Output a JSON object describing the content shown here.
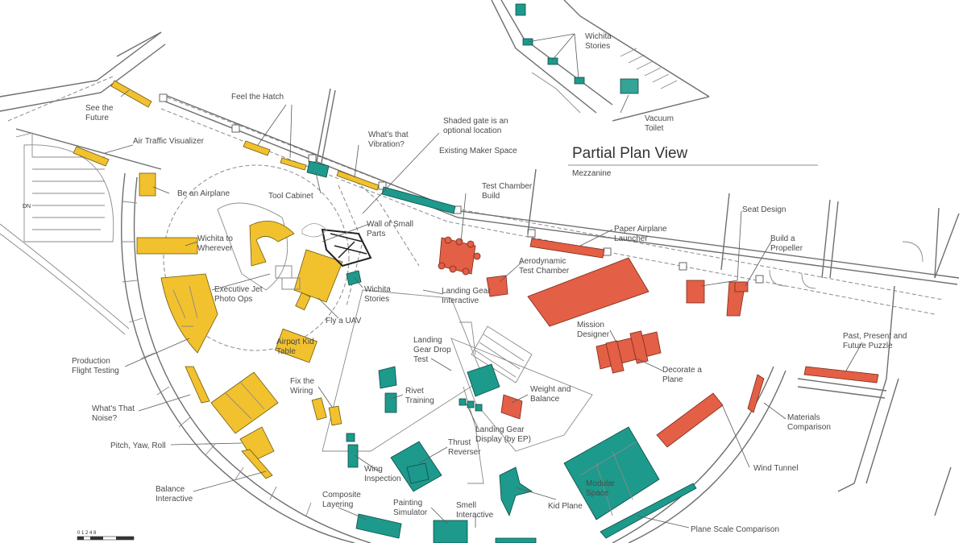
{
  "colors": {
    "yellow_zone": "#f2c12e",
    "red_zone": "#e35f45",
    "teal_zone": "#1d9a8c",
    "wall": "#6f6f6f"
  },
  "plan": {
    "title": "Partial Plan View",
    "subtitle": "Mezzanine",
    "dn_marker": "DN",
    "scale_bar": "0 1 2    4          8"
  },
  "labels": {
    "see_the_future": [
      "See the",
      "Future"
    ],
    "air_traffic": [
      "Air Traffic Visualizer"
    ],
    "feel_the_hatch": [
      "Feel the Hatch"
    ],
    "whats_that_vibration": [
      "What's that",
      "Vibration?"
    ],
    "shaded_gate": [
      "Shaded gate is an",
      "optional location"
    ],
    "existing_maker": [
      "Existing Maker Space"
    ],
    "wichita_stories_top": [
      "Wichita",
      "Stories"
    ],
    "vacuum_toilet": [
      "Vacuum",
      "Toilet"
    ],
    "be_an_airplane": [
      "Be an Airplane"
    ],
    "tool_cabinet": [
      "Tool Cabinet"
    ],
    "test_chamber_build": [
      "Test Chamber",
      "Build"
    ],
    "wall_of_small_parts": [
      "Wall of Small",
      "Parts"
    ],
    "wichita_to_wherever": [
      "Wichita to",
      "Wherever"
    ],
    "paper_airplane": [
      "Paper Airplane",
      "Launcher"
    ],
    "seat_design": [
      "Seat Design"
    ],
    "build_a_propeller": [
      "Build a",
      "Propeller"
    ],
    "aerodynamic": [
      "Aerodynamic",
      "Test Chamber"
    ],
    "executive_jet": [
      "Executive Jet",
      "Photo Ops"
    ],
    "wichita_stories_mid": [
      "Wichita",
      "Stories"
    ],
    "landing_gear_interactive": [
      "Landing Gear",
      "Interactive"
    ],
    "fly_a_uav": [
      "Fly a UAV"
    ],
    "mission_designer": [
      "Mission",
      "Designer"
    ],
    "past_present": [
      "Past, Present and",
      "Future Puzzle"
    ],
    "airport_kid_table": [
      "Airport Kid",
      "Table"
    ],
    "landing_gear_drop": [
      "Landing",
      "Gear Drop",
      "Test"
    ],
    "production_flight": [
      "Production",
      "Flight Testing"
    ],
    "decorate_a_plane": [
      "Decorate a",
      "Plane"
    ],
    "fix_the_wiring": [
      "Fix the",
      "Wiring"
    ],
    "rivet_training": [
      "Rivet",
      "Training"
    ],
    "weight_and_balance": [
      "Weight and",
      "Balance"
    ],
    "whats_that_noise": [
      "What's That",
      "Noise?"
    ],
    "materials_comparison": [
      "Materials",
      "Comparison"
    ],
    "landing_gear_display": [
      "Landing Gear",
      "Display (by EP)"
    ],
    "pitch_yaw_roll": [
      "Pitch, Yaw, Roll"
    ],
    "thrust_reverser": [
      "Thrust",
      "Reverser"
    ],
    "wind_tunnel": [
      "Wind Tunnel"
    ],
    "wing_inspection": [
      "Wing",
      "Inspection"
    ],
    "modular_space": [
      "Modular",
      "Space"
    ],
    "balance_interactive": [
      "Balance",
      "Interactive"
    ],
    "composite_layering": [
      "Composite",
      "Layering"
    ],
    "painting_simulator": [
      "Painting",
      "Simulator"
    ],
    "smell_interactive": [
      "Smell",
      "Interactive"
    ],
    "kid_plane": [
      "Kid Plane"
    ],
    "plane_scale": [
      "Plane Scale Comparison"
    ]
  }
}
